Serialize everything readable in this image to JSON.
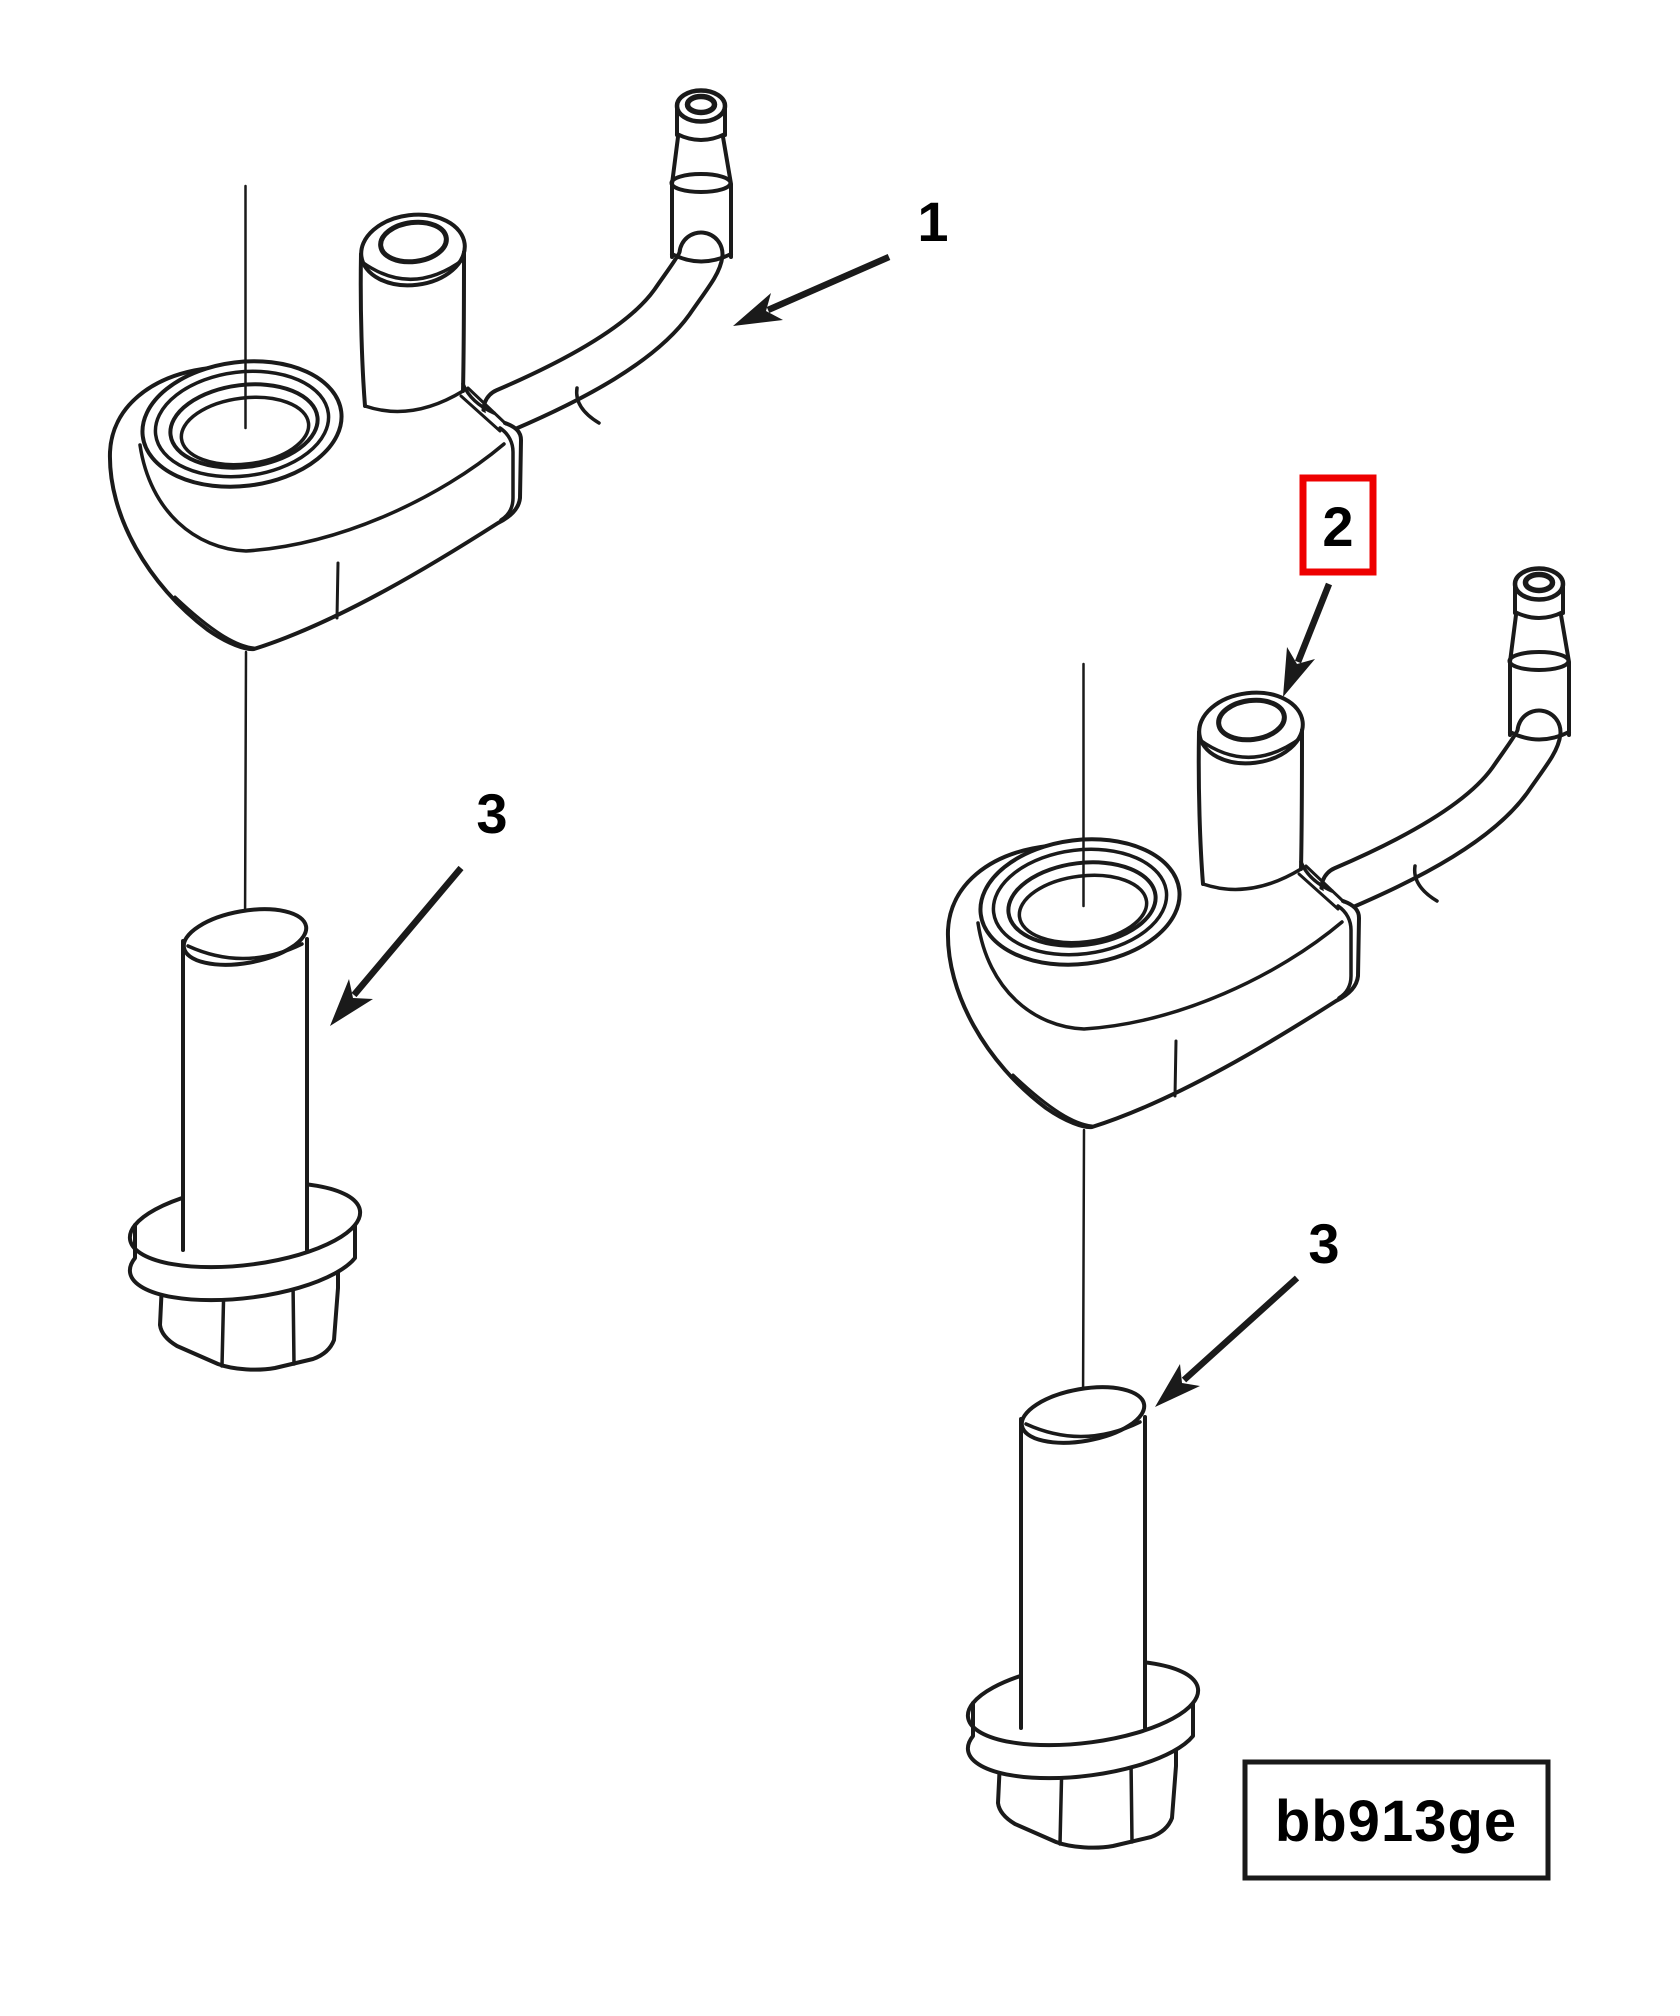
{
  "figure": {
    "callouts": {
      "part1": "1",
      "part2": "2",
      "part3_left": "3",
      "part3_right": "3"
    },
    "figure_code": "bb913ge"
  },
  "colors": {
    "line": "#1a1a1a",
    "text": "#000000",
    "highlight_box": "#ee0000",
    "background": "#ffffff"
  }
}
